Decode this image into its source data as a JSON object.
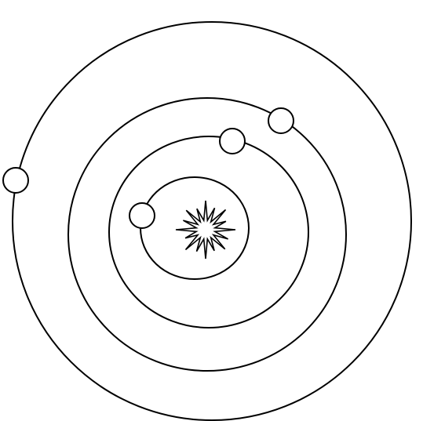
{
  "diagram": {
    "colors": {
      "background": "#ffffff",
      "stroke": "#000000",
      "planet_fill": "#ffffff",
      "star_fill": "#ffffff"
    },
    "star": {
      "icon": "sun-burst-icon",
      "points": 16
    },
    "orbits": [
      {
        "name": "orbit-1",
        "planet": "planet-1"
      },
      {
        "name": "orbit-2",
        "planet": "planet-2"
      },
      {
        "name": "orbit-3",
        "planet": "planet-3"
      },
      {
        "name": "orbit-4",
        "planet": "planet-4"
      }
    ]
  }
}
